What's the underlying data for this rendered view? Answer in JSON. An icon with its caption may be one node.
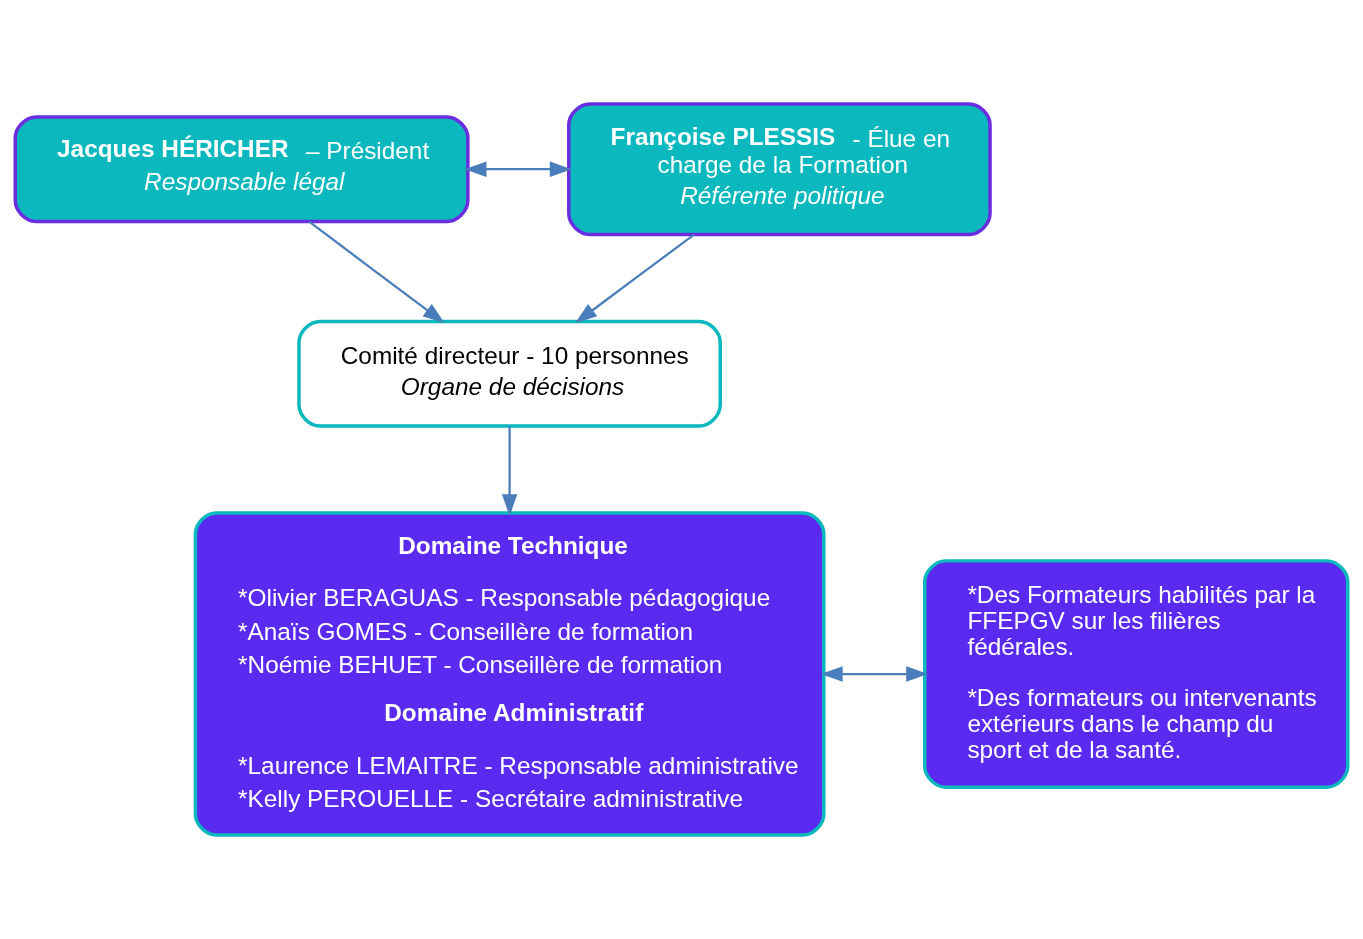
{
  "diagram": {
    "nodes": [
      {
        "text": [
          "**Jacques HÉRICHER** – Président",
          "Responsable légal"
        ]
      },
      {
        "text": [
          "**Françoise PLESSIS** - Élue en charge de la Formation",
          "Référente politique"
        ]
      },
      {
        "text": [
          "Comité directeur - 10 personnes",
          "Organe de décisions"
        ]
      },
      {
        "text": [
          "Domaine Technique",
          "*Olivier BERAGUAS - Responsable pédagogique",
          "*Anaïs GOMES - Conseillère de formation",
          "*Noémie BEHUET - Conseillère de formation",
          "Domaine Administratif",
          "*Laurence LEMAITRE - Responsable administrative",
          "*Kelly PEROUELLE - Secrétaire administrative"
        ]
      },
      {
        "text": [
          "*Des Formateurs habilités par la FFEPGV sur les filières fédérales.",
          "*Des formateurs ou intervenants extérieurs dans le champ du sport et de la santé."
        ]
      }
    ],
    "edges": [
      {
        "from": 0,
        "to": 1,
        "arrow": "both"
      },
      {
        "from": 0,
        "to": 2,
        "arrow": "to"
      },
      {
        "from": 1,
        "to": 2,
        "arrow": "to"
      },
      {
        "from": 2,
        "to": 3,
        "arrow": "to"
      },
      {
        "from": 3,
        "to": 4,
        "arrow": "both"
      }
    ]
  }
}
